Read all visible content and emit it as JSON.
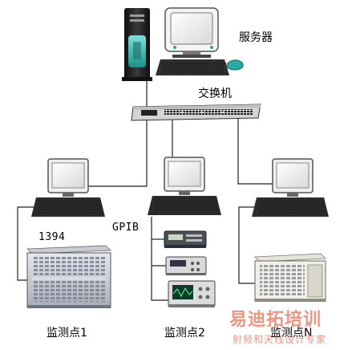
{
  "labels": {
    "server": "服务器",
    "switch": "交换机",
    "bus_1394": "1394",
    "bus_gpib": "GPIB",
    "point_1": "监测点1",
    "point_2": "监测点2",
    "point_n": "监测点N"
  },
  "watermark": {
    "brand": "易迪拓培训",
    "tagline": "射频和天线设计专家"
  },
  "colors": {
    "line": "#222222",
    "tower_body": "#1a1a1a",
    "tower_teal": "#2aa9a3",
    "monitor_frame": "#888888",
    "keyboard": "#3a3a3a",
    "watermark": "#e9836b"
  }
}
